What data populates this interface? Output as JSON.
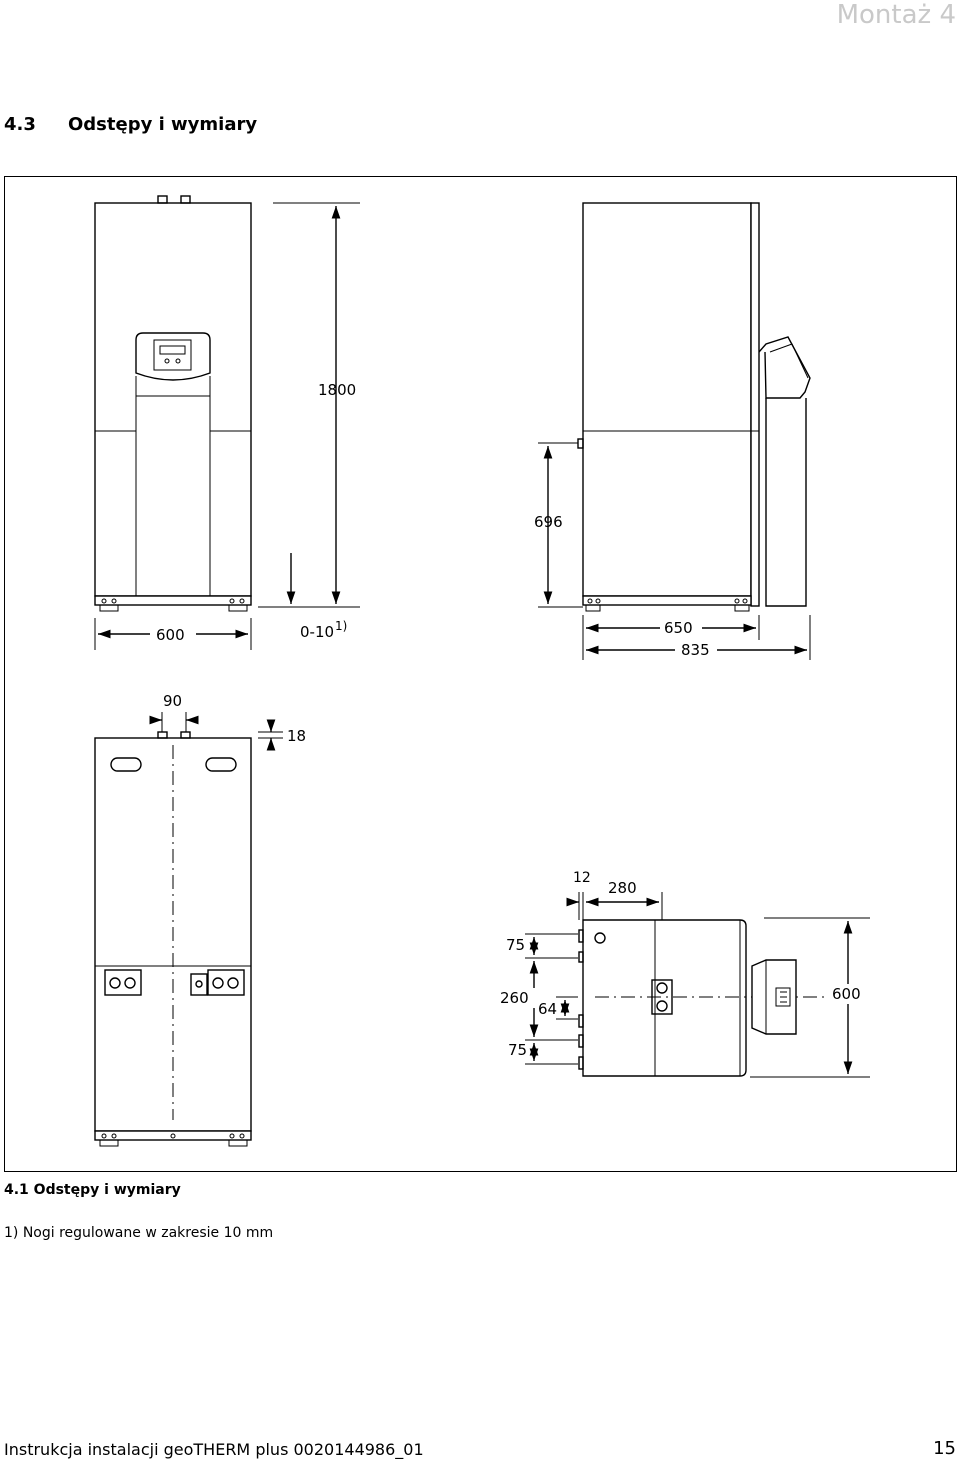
{
  "header": {
    "chapter": "Montaż  4"
  },
  "section": {
    "number": "4.3",
    "title": "Odstępy i wymiary"
  },
  "figure": {
    "caption": "4.1 Odstępy i wymiary",
    "dimensions": {
      "front_height": "1800",
      "front_width": "600",
      "feet_adjust": "0-10",
      "feet_note_ref": "1)",
      "side_height": "696",
      "side_depth": "650",
      "side_total_depth": "835",
      "pipe_spacing": "90",
      "pipe_height": "18",
      "top_offset": "12",
      "top_depth": "280",
      "top_a": "75",
      "top_b": "260",
      "top_c": "64",
      "top_d": "75",
      "top_width": "600"
    }
  },
  "footnote": "1) Nogi regulowane w zakresie 10 mm",
  "footer": {
    "document": "Instrukcja instalacji geoTHERM plus 0020144986_01",
    "page": "15"
  }
}
